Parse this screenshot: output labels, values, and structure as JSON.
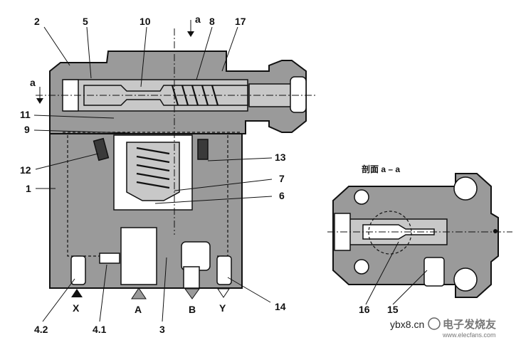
{
  "section_title": "剖面 a – a",
  "section_marker": "a",
  "callouts": {
    "c1": "1",
    "c2": "2",
    "c3": "3",
    "c4_1": "4.1",
    "c4_2": "4.2",
    "c5": "5",
    "c6": "6",
    "c7": "7",
    "c8": "8",
    "c9": "9",
    "c10": "10",
    "c11": "11",
    "c12": "12",
    "c13": "13",
    "c14": "14",
    "c15": "15",
    "c16": "16",
    "c17": "17"
  },
  "ports": {
    "x": "X",
    "a": "A",
    "b": "B",
    "y": "Y"
  },
  "watermark": {
    "site": "ybx8.cn",
    "brand": "电子发烧友",
    "url": "www.elecfans.com"
  }
}
